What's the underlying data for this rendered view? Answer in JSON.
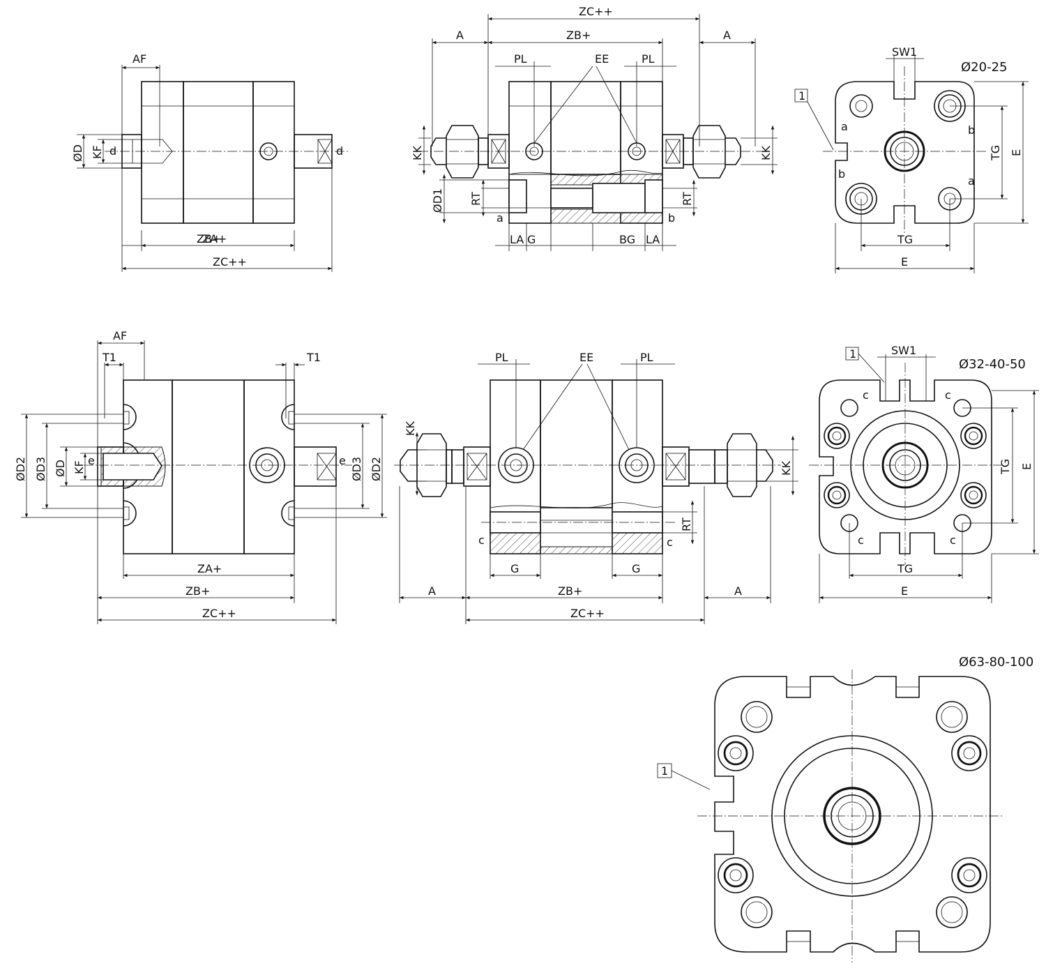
{
  "labels": {
    "af": "AF",
    "t1": "T1",
    "d": "d",
    "e": "e",
    "a_small": "a",
    "b_small": "b",
    "c_small": "c",
    "phi_d": "ØD",
    "phi_d1": "ØD1",
    "phi_d2": "ØD2",
    "phi_d3": "ØD3",
    "kf": "KF",
    "kk": "KK",
    "rt": "RT",
    "la": "LA",
    "g": "G",
    "bg": "BG",
    "a_dim": "A",
    "pl": "PL",
    "ee": "EE",
    "za": "ZA+",
    "zb": "ZB+",
    "zc": "ZC++",
    "sw1": "SW1",
    "tg": "TG",
    "e_dim": "E",
    "callout_1": "1",
    "size_small": "Ø20-25",
    "size_medium": "Ø32-40-50",
    "size_large": "Ø63-80-100"
  }
}
